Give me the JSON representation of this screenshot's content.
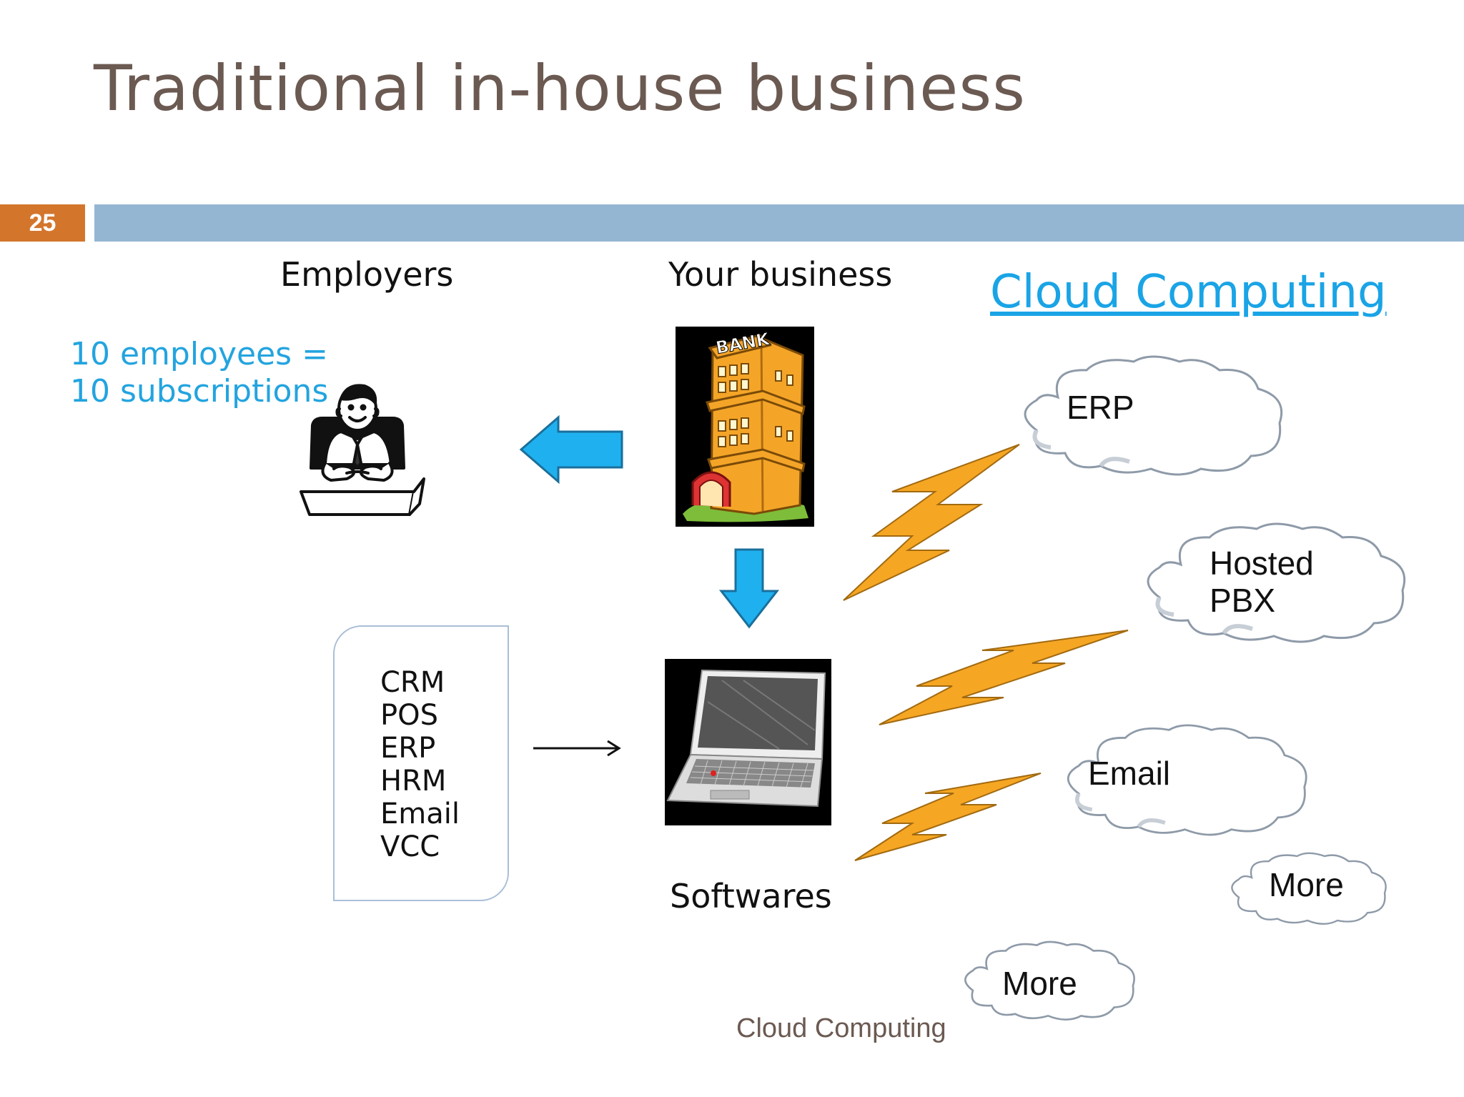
{
  "slide": {
    "title": "Traditional in-house business",
    "number": "25",
    "footer": "Cloud Computing"
  },
  "labels": {
    "employers": "Employers",
    "your_business": "Your business",
    "cloud_computing": "Cloud Computing",
    "employee_note_line1": "10 employees =",
    "employee_note_line2": "10 subscriptions",
    "softwares": "Softwares",
    "bank_sign": "BANK"
  },
  "software_list": [
    "CRM",
    "POS",
    "ERP",
    "HRM",
    "Email",
    "VCC"
  ],
  "clouds": [
    {
      "lines": [
        "ERP"
      ]
    },
    {
      "lines": [
        "Hosted",
        "PBX"
      ]
    },
    {
      "lines": [
        "Email"
      ]
    },
    {
      "lines": [
        "More"
      ]
    },
    {
      "lines": [
        "More"
      ]
    }
  ],
  "colors": {
    "title_text": "#6b5a52",
    "slide_number_bg": "#d4752c",
    "header_bar": "#94b6d3",
    "accent_blue": "#1aa4e6",
    "bolt_orange": "#f5a623"
  },
  "icons": [
    "businessman-icon",
    "bank-building-icon",
    "laptop-icon",
    "left-arrow-icon",
    "down-arrow-icon",
    "right-arrow-icon",
    "lightning-bolt-icon",
    "cloud-icon"
  ]
}
